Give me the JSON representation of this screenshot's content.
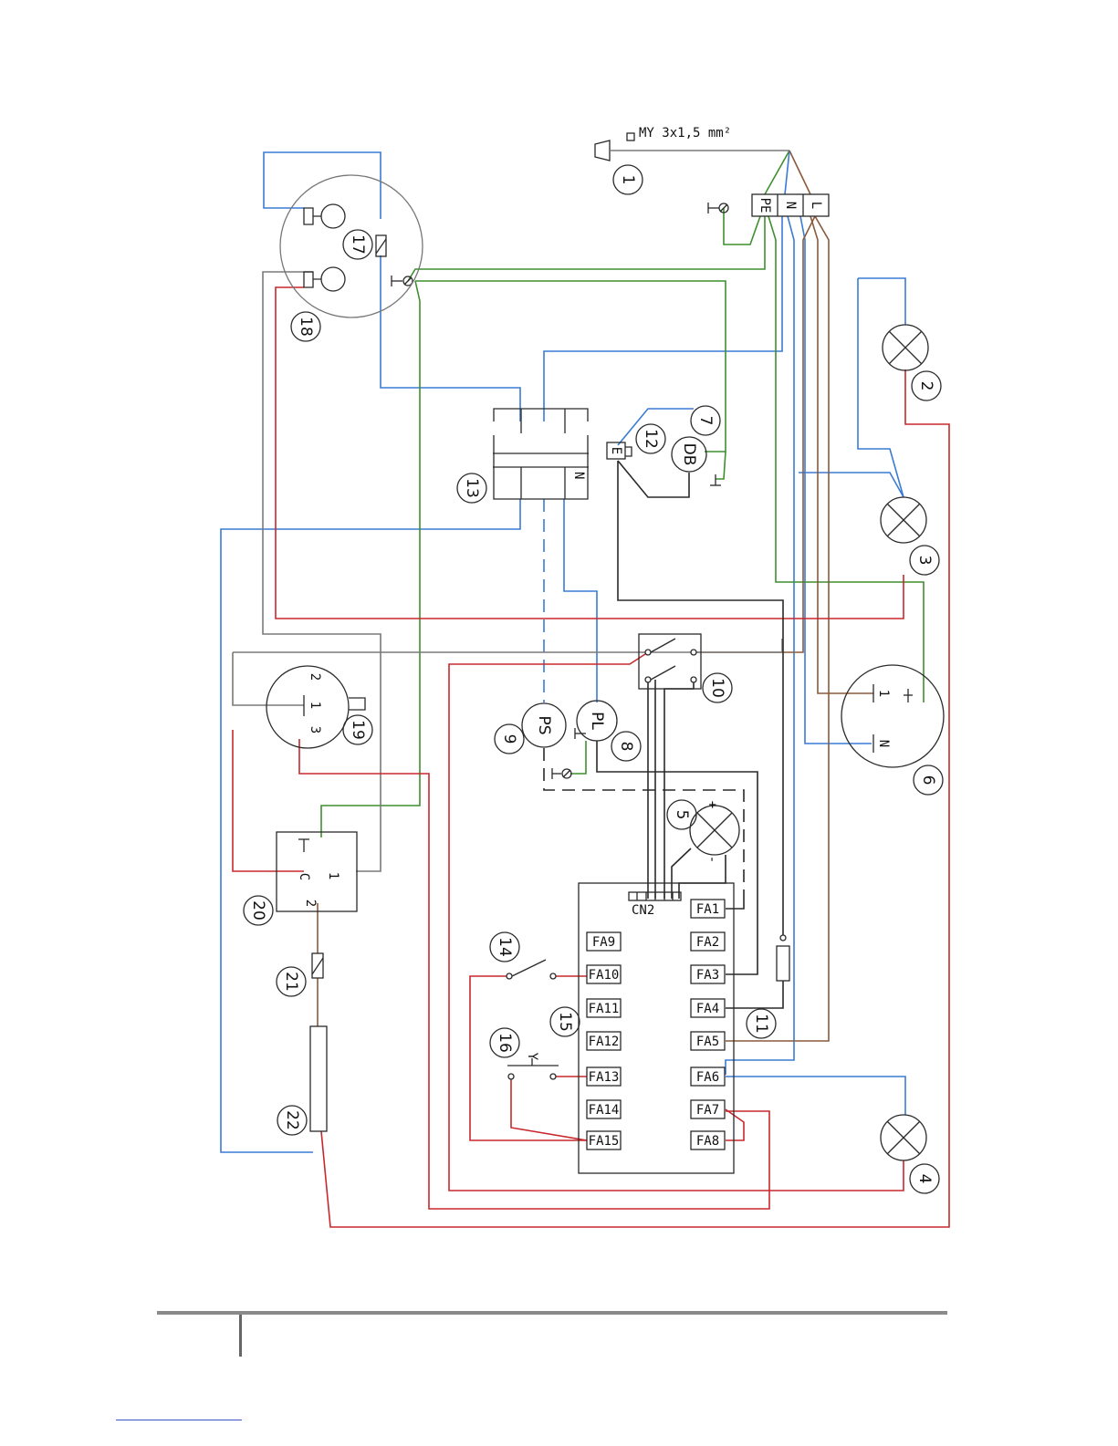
{
  "cable_label": "MY 3x1,5 mm²",
  "terminals": {
    "pe": "PE",
    "n": "N",
    "l": "L"
  },
  "component_numbers": [
    "1",
    "2",
    "3",
    "4",
    "5",
    "6",
    "7",
    "8",
    "9",
    "10",
    "11",
    "12",
    "13",
    "14",
    "15",
    "16",
    "17",
    "18",
    "19",
    "20",
    "21",
    "22"
  ],
  "component_text": {
    "db": "DB",
    "e": "E",
    "n13": "N",
    "ps": "PS",
    "pl": "PL",
    "cn2": "CN2",
    "n6": "N",
    "one6": "1",
    "one19": "1",
    "two19": "2",
    "three19": "3",
    "c20": "C",
    "one20": "1",
    "two20": "2",
    "y16": "Y",
    "plus5": "+",
    "minus5": "-"
  },
  "controller_left": [
    "FA9",
    "FA10",
    "FA11",
    "FA12",
    "FA13",
    "FA14",
    "FA15"
  ],
  "controller_right": [
    "FA1",
    "FA2",
    "FA3",
    "FA4",
    "FA5",
    "FA6",
    "FA7",
    "FA8"
  ],
  "colors": {
    "blue": "#3a7bd5",
    "green": "#3f8f2f",
    "brown": "#8a5a3c",
    "red": "#c8282d",
    "black": "#2a2a2a",
    "gray": "#7a7a7a"
  }
}
